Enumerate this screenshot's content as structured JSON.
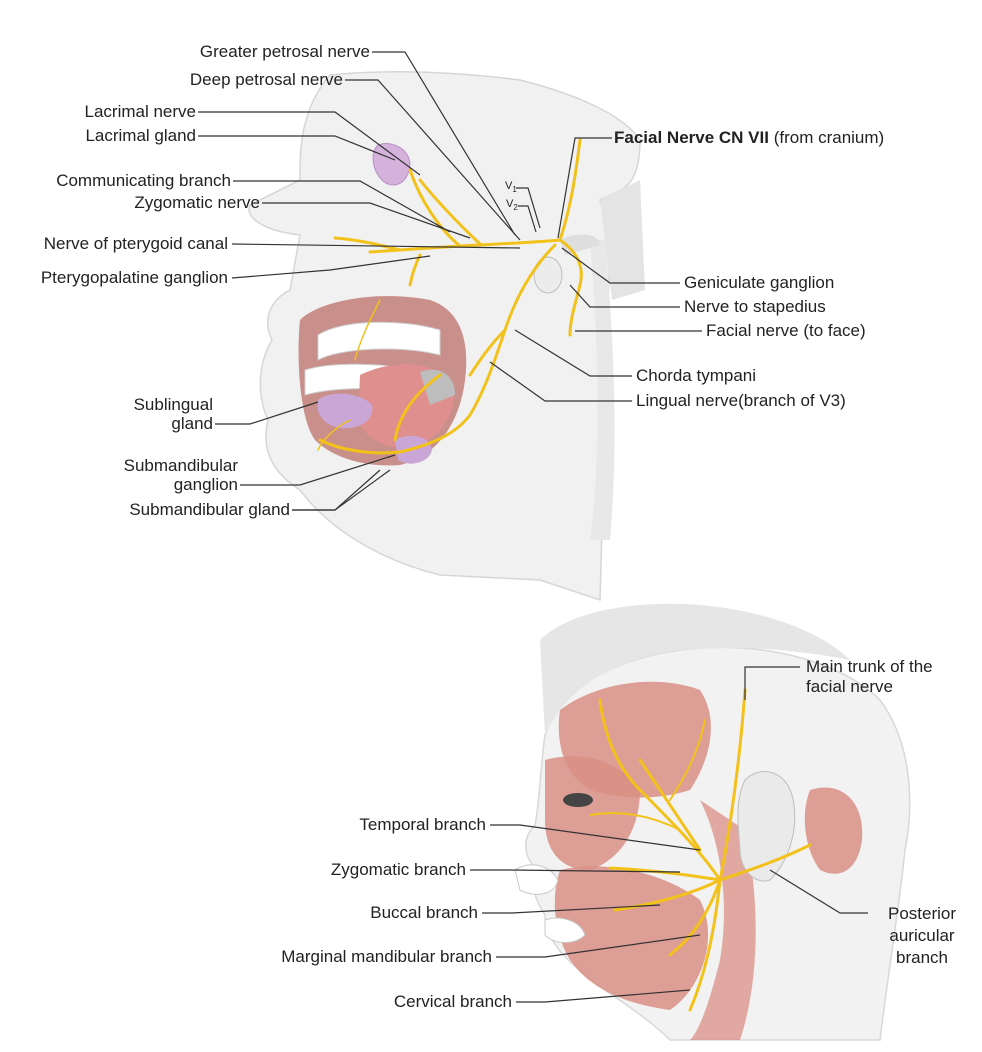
{
  "upper_diagram": {
    "title_bold": "Facial Nerve CN VII",
    "title_rest": " (from cranium)",
    "labels": {
      "greater_petrosal": "Greater petrosal nerve",
      "deep_petrosal": "Deep petrosal nerve",
      "lacrimal_nerve": "Lacrimal nerve",
      "lacrimal_gland": "Lacrimal gland",
      "communicating_branch": "Communicating branch",
      "zygomatic_nerve": "Zygomatic nerve",
      "nerve_pterygoid": "Nerve of pterygoid canal",
      "pterygopalatine": "Pterygopalatine ganglion",
      "v1": "V",
      "v1_sub": "1",
      "v2": "V",
      "v2_sub": "2",
      "geniculate": "Geniculate ganglion",
      "stapedius": "Nerve to stapedius",
      "facial_to_face": "Facial nerve (to face)",
      "chorda": "Chorda tympani",
      "lingual": "Lingual nerve(branch of V3)",
      "sublingual_1": "Sublingual",
      "sublingual_2": "gland",
      "submand_ganglion_1": "Submandibular",
      "submand_ganglion_2": "ganglion",
      "submand_gland": "Submandibular gland"
    }
  },
  "lower_diagram": {
    "labels": {
      "main_trunk_1": "Main trunk of the",
      "main_trunk_2": "facial nerve",
      "temporal": "Temporal branch",
      "zygomatic": "Zygomatic branch",
      "buccal": "Buccal branch",
      "marginal": "Marginal mandibular branch",
      "cervical": "Cervical branch",
      "posterior_1": "Posterior",
      "posterior_2": "auricular",
      "posterior_3": "branch"
    }
  },
  "colors": {
    "nerve": "#f2c21b",
    "muscle": "#d98f85",
    "skin": "#f3f3f3",
    "gland": "#c9a6d6",
    "tongue": "#e08f8f",
    "leader": "#333333"
  }
}
